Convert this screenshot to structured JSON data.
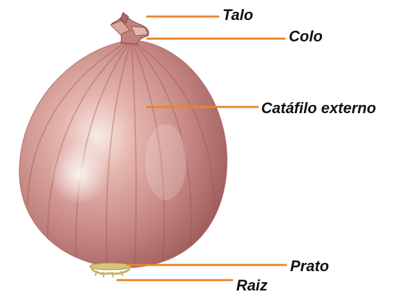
{
  "labels": {
    "talo": "Talo",
    "colo": "Colo",
    "catafilo": "Catáfilo externo",
    "prato": "Prato",
    "raiz": "Raiz"
  },
  "colors": {
    "leader_line": "#e8862a",
    "onion_skin": "#c98a86",
    "onion_highlight": "#f6e3df",
    "onion_stripe": "#9c4f4f",
    "root": "#d9c27a"
  }
}
